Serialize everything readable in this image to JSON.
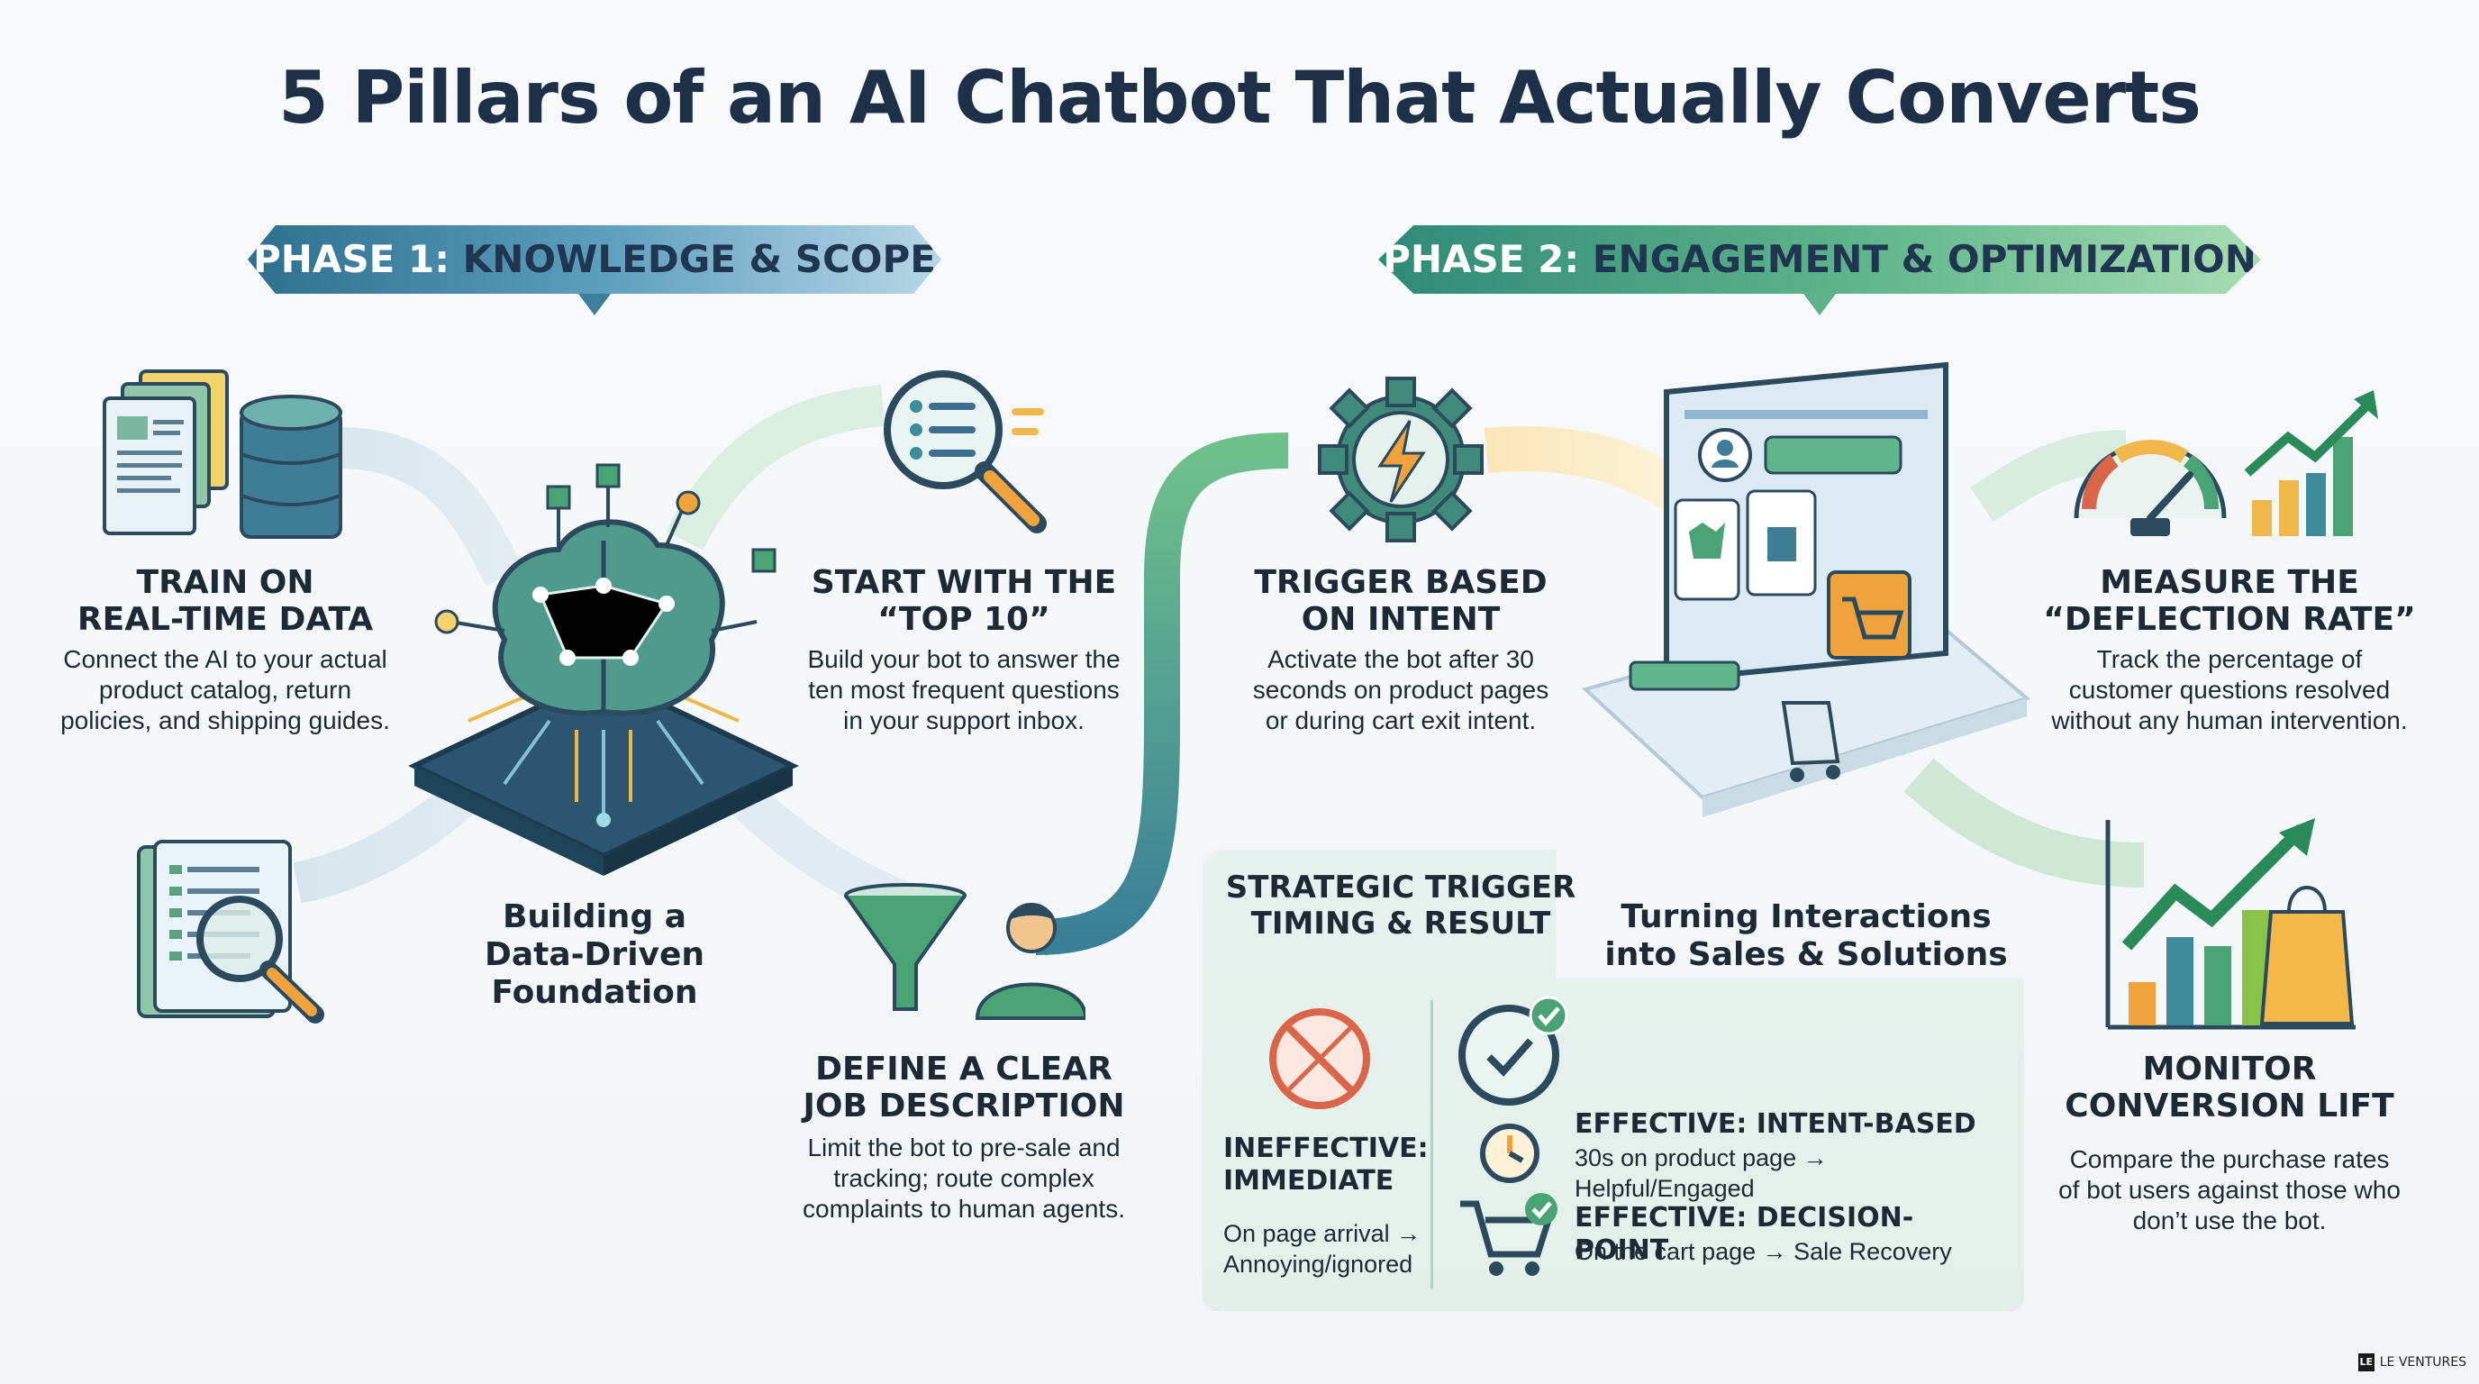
{
  "title": "5 Pillars of an AI Chatbot That Actually Converts",
  "phases": [
    {
      "lead": "PHASE 1:",
      "rest": " KNOWLEDGE & SCOPE"
    },
    {
      "lead": "PHASE 2:",
      "rest": " ENGAGEMENT & OPTIMIZATION"
    }
  ],
  "pillars": {
    "train": {
      "title": "TRAIN ON\nREAL-TIME DATA",
      "desc": "Connect the AI to your actual\nproduct catalog, return\npolicies, and shipping guides."
    },
    "top10": {
      "title": "START WITH THE\n“TOP 10”",
      "desc": "Build your bot to answer the\nten most frequent questions\nin your support inbox."
    },
    "job": {
      "title": "DEFINE A CLEAR\nJOB DESCRIPTION",
      "desc": "Limit the bot to pre-sale and\ntracking; route complex\ncomplaints to human agents."
    },
    "trigger": {
      "title": "TRIGGER BASED\nON INTENT",
      "desc": "Activate the bot after 30\nseconds on product pages\nor during cart exit intent."
    },
    "deflection": {
      "title": "MEASURE THE\n“DEFLECTION RATE”",
      "desc": "Track the percentage of\ncustomer questions resolved\nwithout any human intervention."
    },
    "conversion": {
      "title": "MONITOR\nCONVERSION LIFT",
      "desc": "Compare the purchase rates\nof bot users against those who\ndon’t use the bot."
    }
  },
  "center_labels": {
    "foundation": "Building a\nData-Driven\nFoundation",
    "interactions": "Turning Interactions\ninto Sales & Solutions"
  },
  "strategy": {
    "title": "STRATEGIC TRIGGER\nTIMING & RESULT",
    "ineffective": {
      "head": "INEFFECTIVE:\nIMMEDIATE",
      "desc": "On page arrival →\nAnnoying/ignored"
    },
    "intent": {
      "head": "EFFECTIVE: INTENT-BASED",
      "desc": "30s on product page → Helpful/Engaged"
    },
    "decision": {
      "head": "EFFECTIVE: DECISION-POINT",
      "desc": "On the cart page → Sale Recovery"
    }
  },
  "brand": {
    "mark": "LE",
    "name": "LE VENTURES"
  },
  "colors": {
    "navy": "#1d3048",
    "teal": "#2e6f8e",
    "green": "#4aa374",
    "orange": "#f0a33c",
    "red": "#d9664a"
  }
}
